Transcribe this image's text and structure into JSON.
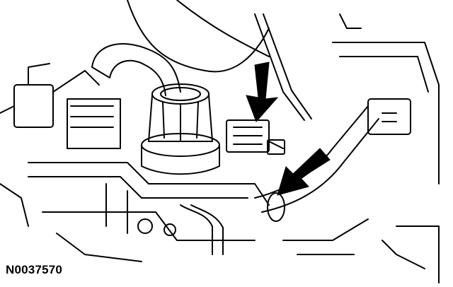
{
  "figure": {
    "id_label": "N0037570",
    "stroke_color": "#000000",
    "fill_color": "#ffffff",
    "callouts": [
      "arrow-upper",
      "arrow-lower"
    ]
  }
}
